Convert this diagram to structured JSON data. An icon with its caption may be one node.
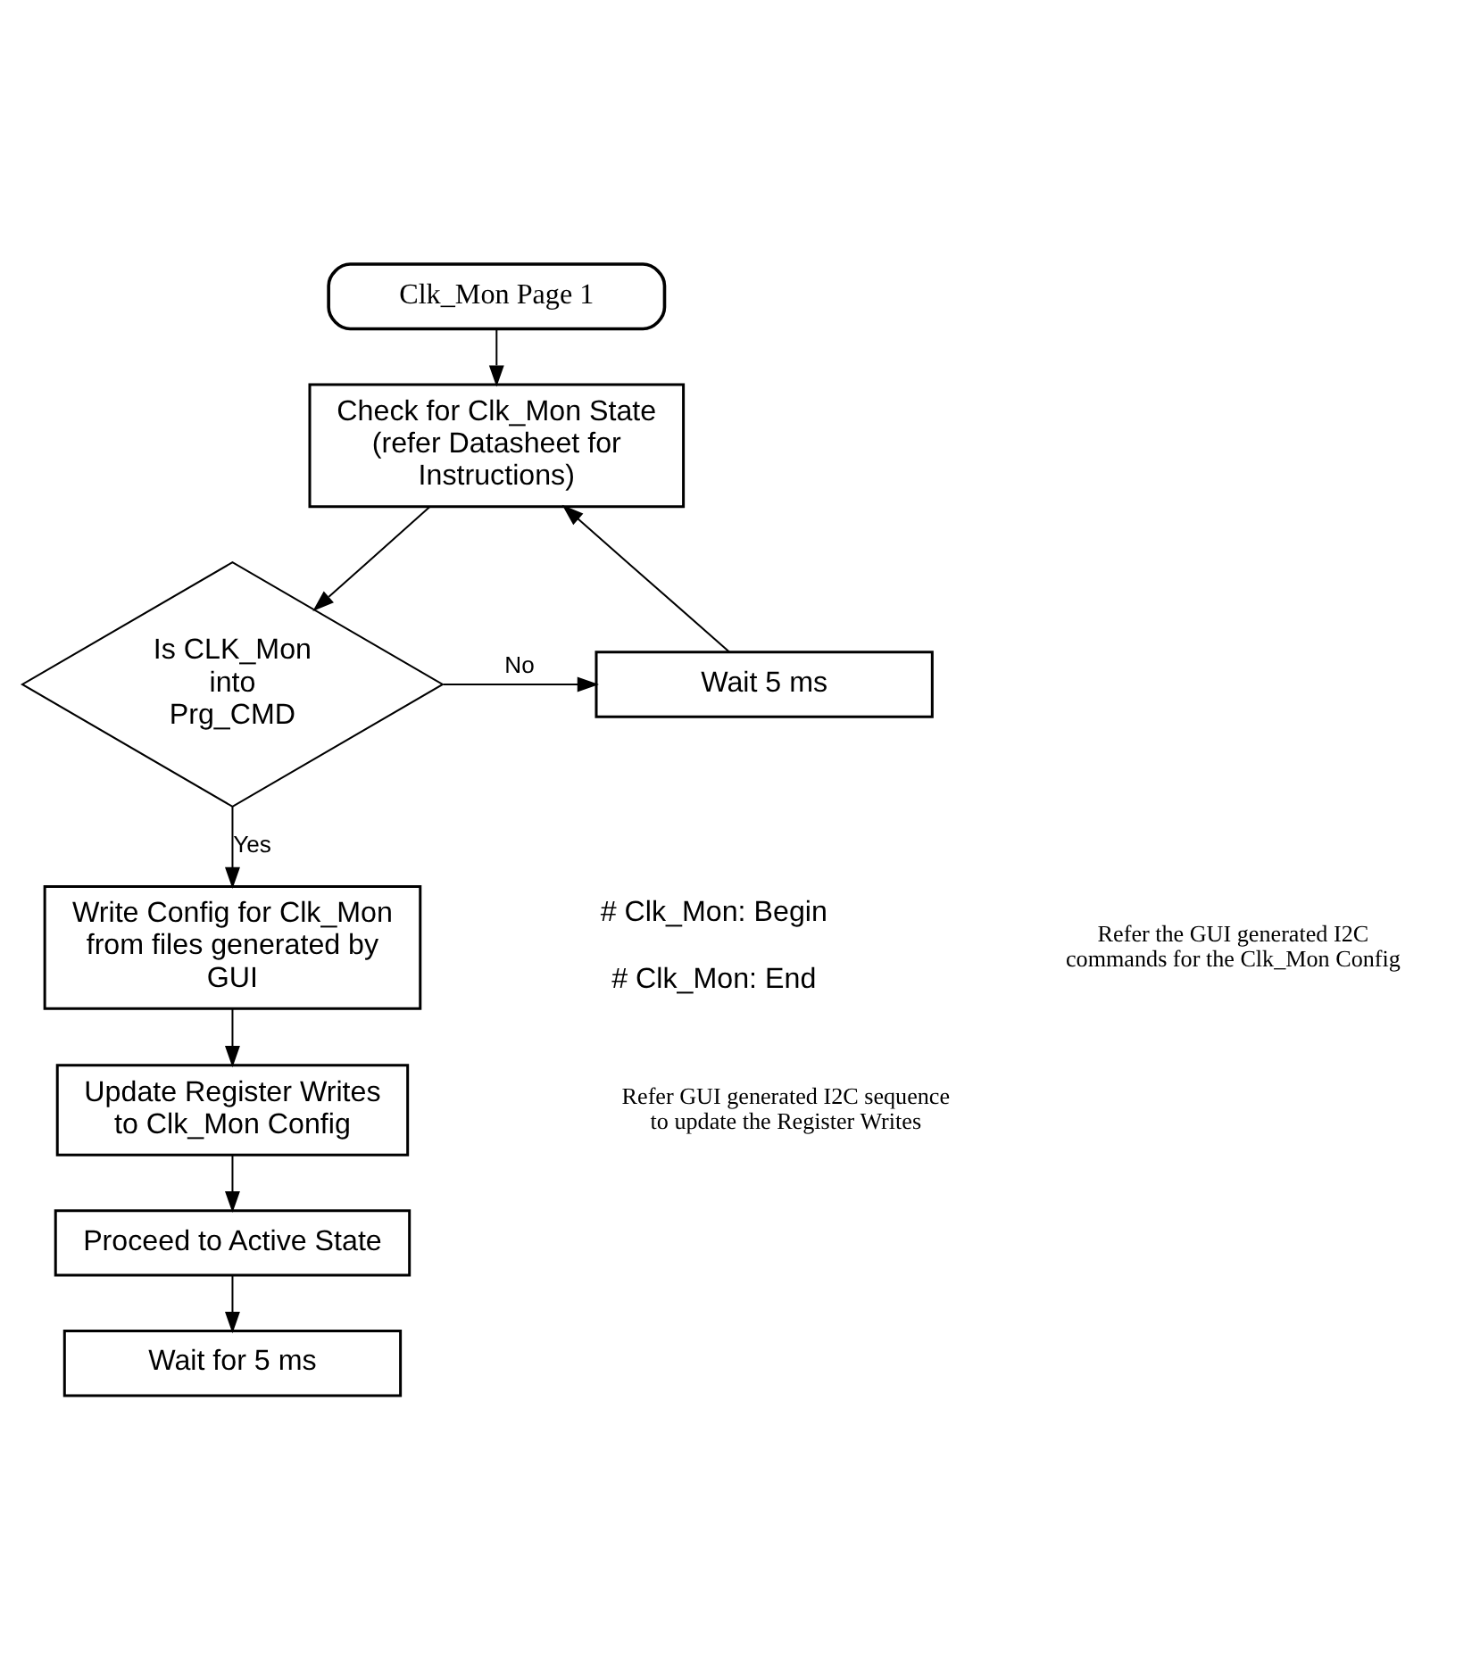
{
  "diagram": {
    "nodes": [
      {
        "text": [
          "Clk_Mon Page 1"
        ]
      },
      {
        "text": [
          "Check for Clk_Mon State (refer Datasheet for Instructions)"
        ]
      },
      {
        "text": [
          "Is CLK_Mon into Prg_CMD"
        ]
      },
      {
        "text": [
          "Wait 5 ms"
        ]
      },
      {
        "text": [
          "Write Config for Clk_Mon from files generated by GUI"
        ],
        "beside": [
          "# Clk_Mon: Begin",
          "# Clk_Mon: End"
        ]
      },
      {
        "text": [
          "Update Register Writes to Clk_Mon Config"
        ]
      },
      {
        "text": [
          "Proceed to Active State"
        ]
      },
      {
        "text": [
          "Wait for 5 ms"
        ]
      }
    ],
    "edges": [
      {
        "from": 0,
        "to": 1,
        "arrow": "to"
      },
      {
        "from": 1,
        "to": 2,
        "arrow": "to"
      },
      {
        "from": 2,
        "to": 3,
        "label": "No",
        "arrow": "to"
      },
      {
        "from": 3,
        "to": 1,
        "arrow": "to"
      },
      {
        "from": 2,
        "to": 4,
        "label": "Yes",
        "arrow": "to"
      },
      {
        "from": 4,
        "to": 5,
        "arrow": "to"
      },
      {
        "from": 5,
        "to": 6,
        "arrow": "to"
      },
      {
        "from": 6,
        "to": 7,
        "arrow": "to"
      }
    ],
    "labels": [
      "Refer the GUI generated I2C commands for the Clk_Mon Config",
      "Refer GUI generated I2C sequence to update the Register Writes"
    ]
  }
}
